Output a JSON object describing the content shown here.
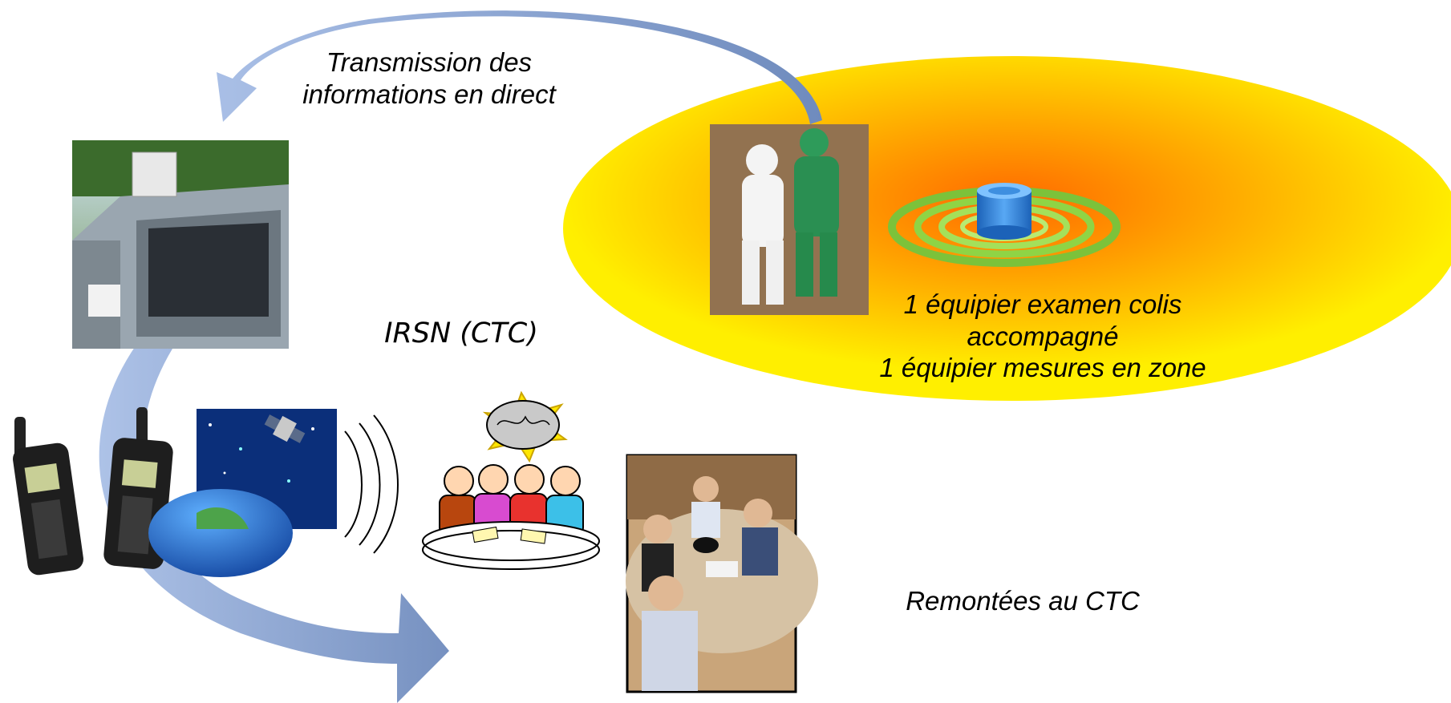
{
  "labels": {
    "transmission_line1": "Transmission des",
    "transmission_line2": "informations en direct",
    "equipier_line1": "1 équipier examen colis",
    "equipier_line2": "accompagné",
    "equipier_line3": "1 équipier mesures en zone",
    "irsn": "IRSN (CTC)",
    "remontees": "Remontées au CTC"
  },
  "colors": {
    "arrow_blue": "#8fa9d8",
    "zone_center": "#ff7a00",
    "zone_edge": "#ffee00"
  }
}
